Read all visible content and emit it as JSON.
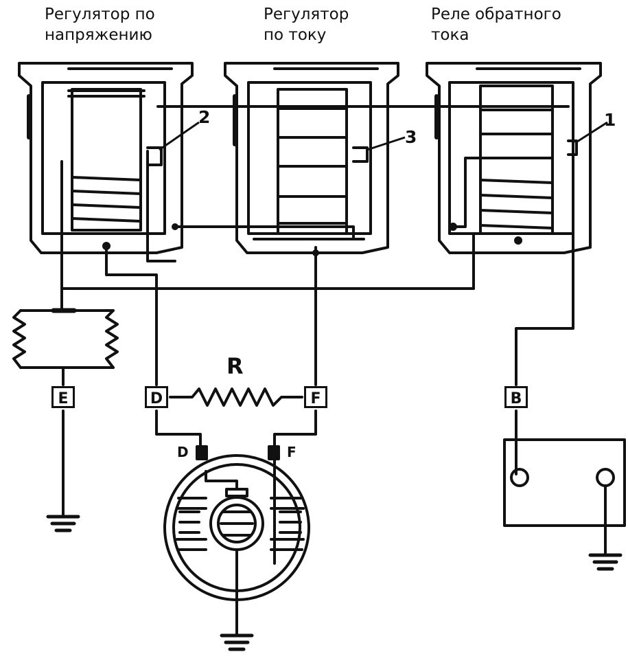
{
  "titles": {
    "voltage_regulator": [
      "Регулятор по",
      "напряжению"
    ],
    "current_regulator": [
      "Регулятор",
      "по току"
    ],
    "reverse_relay": [
      "Реле обратного",
      "тока"
    ]
  },
  "callouts": {
    "n1": "1",
    "n2": "2",
    "n3": "3"
  },
  "terminals": {
    "E": "E",
    "D": "D",
    "F": "F",
    "B": "B"
  },
  "generator_terminals": {
    "D": "D",
    "F": "F"
  },
  "resistor_label": "R"
}
